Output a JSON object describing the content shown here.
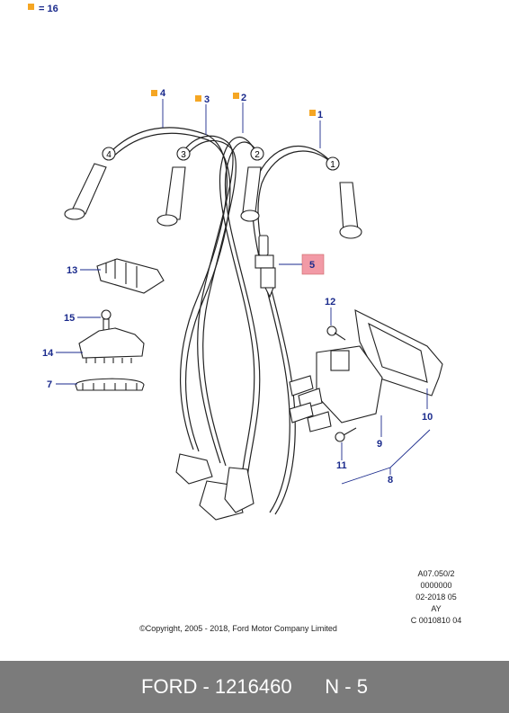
{
  "legend": {
    "marker_color": "#f5a623",
    "text": "= 16"
  },
  "callouts": {
    "c1": "1",
    "c2": "2",
    "c3": "3",
    "c4": "4",
    "c5": "5",
    "c7": "7",
    "c8": "8",
    "c9": "9",
    "c10": "10",
    "c11": "11",
    "c12": "12",
    "c13": "13",
    "c14": "14",
    "c15": "15"
  },
  "connector_numbers": {
    "n1": "1",
    "n2": "2",
    "n3": "3",
    "n4": "4"
  },
  "colors": {
    "callout_text": "#1a2a8c",
    "marker": "#f5a623",
    "highlight": "#f29aa6",
    "footer_bg": "#7b7b7b"
  },
  "info_block": [
    "A07.050/2",
    "0000000",
    "02-2018 05",
    "AY",
    "C 0010810 04"
  ],
  "copyright": "©Copyright, 2005 - 2018, Ford Motor Company Limited",
  "footer": {
    "brand": "FORD",
    "part_number": "1216460",
    "position": "N - 5"
  }
}
